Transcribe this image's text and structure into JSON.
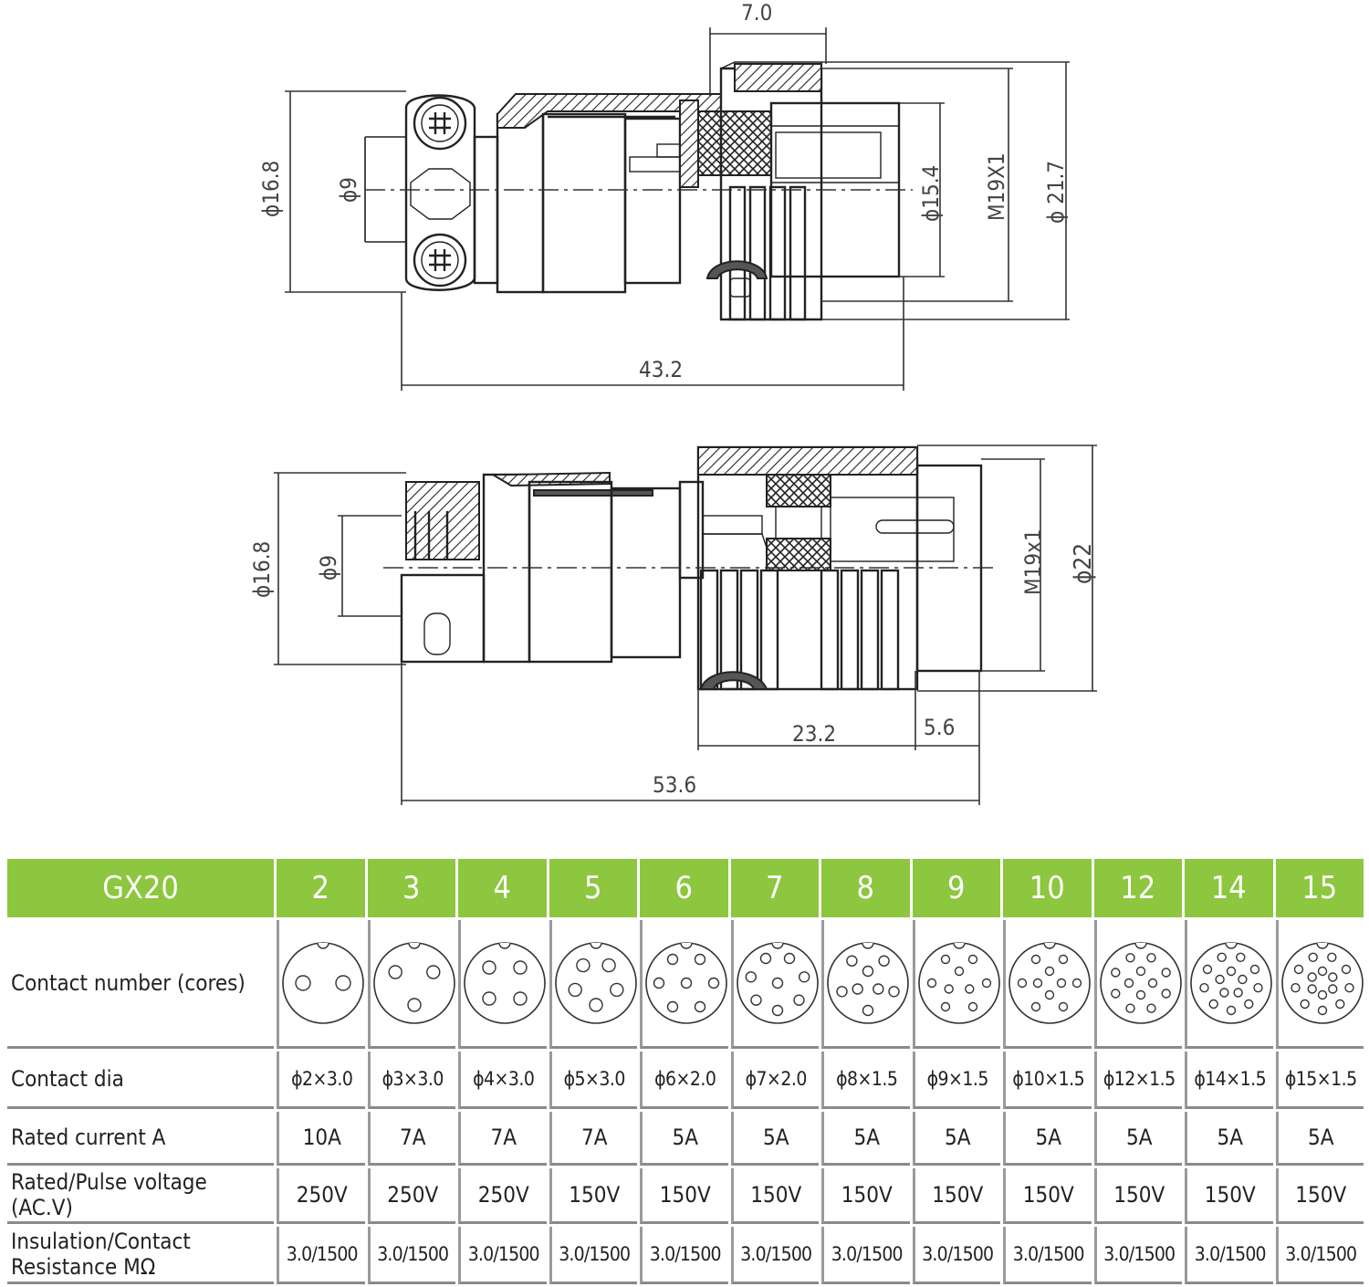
{
  "drawing_top": {
    "dims": {
      "width_top": "7.0",
      "d_outer_left": "ϕ16.8",
      "d_inner_left": "ϕ9",
      "d_mid": "ϕ15.4",
      "thread": "M19X1",
      "d_outer_right": "ϕ 21.7",
      "length": "43.2"
    }
  },
  "drawing_bottom": {
    "dims": {
      "d_outer_left": "ϕ16.8",
      "d_inner_left": "ϕ9",
      "thread": "M19x1",
      "d_outer_right": "ϕ22",
      "len_a": "23.2",
      "len_b": "5.6",
      "length": "53.6"
    }
  },
  "table": {
    "series": "GX20",
    "columns": [
      "2",
      "3",
      "4",
      "5",
      "6",
      "7",
      "8",
      "9",
      "10",
      "12",
      "14",
      "15"
    ],
    "row_labels": {
      "contacts": "Contact number (cores)",
      "contact_dia": "Contact dia",
      "current": "Rated current A",
      "voltage": "Rated/Pulse voltage (AC.V)",
      "insulation": "Insulation/Contact Resistance MΩ"
    },
    "contact_dia": [
      "ϕ2×3.0",
      "ϕ3×3.0",
      "ϕ4×3.0",
      "ϕ5×3.0",
      "ϕ6×2.0",
      "ϕ7×2.0",
      "ϕ8×1.5",
      "ϕ9×1.5",
      "ϕ10×1.5",
      "ϕ12×1.5",
      "ϕ14×1.5",
      "ϕ15×1.5"
    ],
    "current": [
      "10A",
      "7A",
      "7A",
      "7A",
      "5A",
      "5A",
      "5A",
      "5A",
      "5A",
      "5A",
      "5A",
      "5A"
    ],
    "voltage": [
      "250V",
      "250V",
      "250V",
      "150V",
      "150V",
      "150V",
      "150V",
      "150V",
      "150V",
      "150V",
      "150V",
      "150V"
    ],
    "insulation": [
      "3.0/1500",
      "3.0/1500",
      "3.0/1500",
      "3.0/1500",
      "3.0/1500",
      "3.0/1500",
      "3.0/1500",
      "3.0/1500",
      "3.0/1500",
      "3.0/1500",
      "3.0/1500",
      "3.0/1500"
    ]
  }
}
